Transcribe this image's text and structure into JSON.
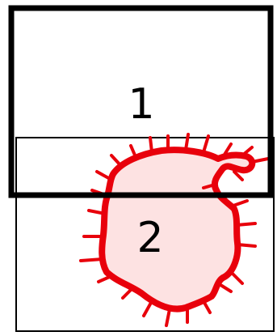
{
  "diagram": {
    "regions": [
      {
        "id": "region-1",
        "label": "1"
      },
      {
        "id": "region-2",
        "label": "2"
      }
    ],
    "colors": {
      "frame": "#000000",
      "blob_stroke": "#e8000b",
      "blob_fill": "#fde2e2",
      "background": "#ffffff"
    }
  }
}
